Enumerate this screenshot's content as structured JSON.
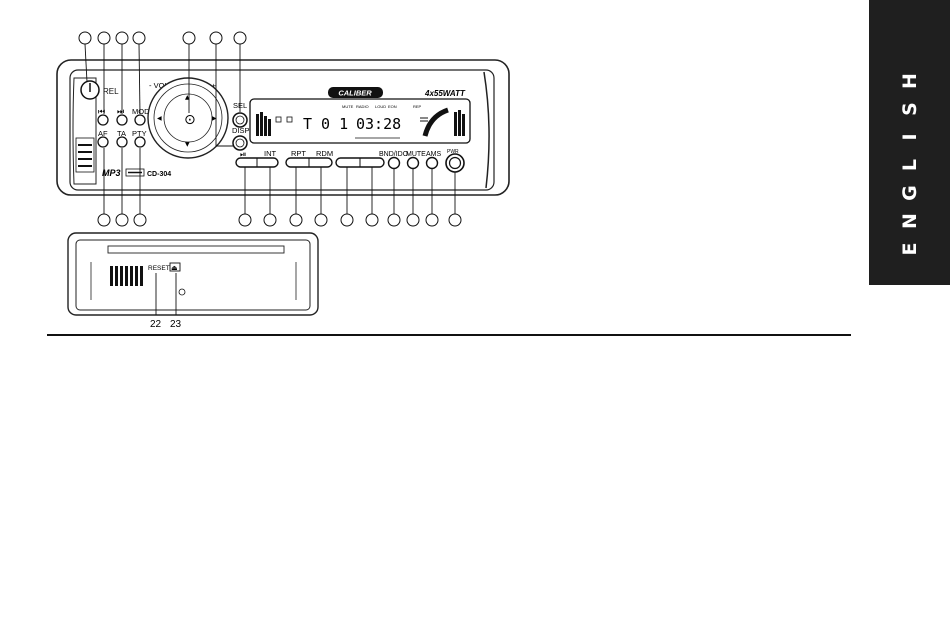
{
  "language_tab": {
    "text": "ENGLISH",
    "letters": [
      "E",
      "N",
      "G",
      "L",
      "I",
      "S",
      "H"
    ]
  },
  "front_panel": {
    "brand": "CALIBER",
    "power_rating": "4x55WATT",
    "volume_menu_label": "- VOLUME/MENU +",
    "mp3_logo": "MP3",
    "model_badge": "CD-304",
    "buttons": {
      "rel": "REL",
      "mod": "MOD",
      "af": "AF",
      "ta": "TA",
      "pty": "PTY",
      "sel": "SEL",
      "disp": "DISP",
      "int": "INT",
      "rpt": "RPT",
      "rdm": "RDM",
      "bnd_ido": "BND/IDO",
      "mute": "MUTE",
      "ams": "AMS",
      "pwr": "PWR"
    },
    "display": {
      "track": "T 0 1",
      "time": "03:28",
      "indicators": [
        "MUTE",
        "RADIO",
        "LOUD",
        "EON",
        "REP"
      ]
    }
  },
  "chassis": {
    "reset_label": "RESET"
  },
  "callouts": {
    "bottom_numbers": [
      "22",
      "23"
    ]
  }
}
